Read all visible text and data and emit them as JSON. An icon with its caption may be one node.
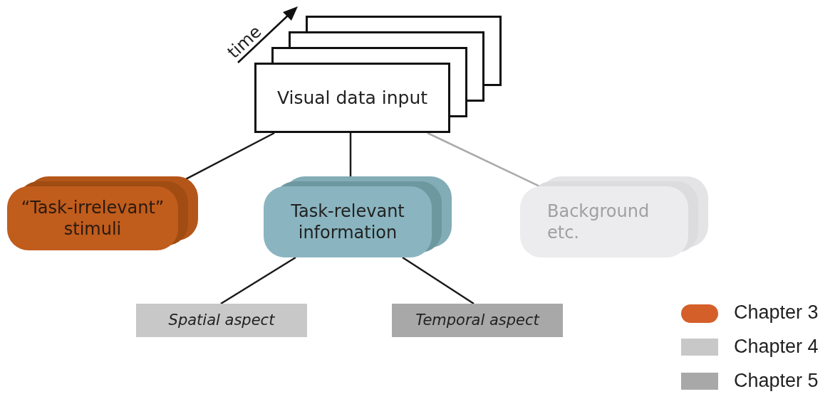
{
  "diagram": {
    "nodes": [
      {
        "text": [
          "Visual data input"
        ]
      },
      {
        "text": [
          "“Task-irrelevant” stimuli"
        ]
      },
      {
        "text": [
          "Task-relevant information"
        ]
      },
      {
        "text": [
          "Background etc."
        ]
      },
      {
        "text": [
          "Spatial aspect"
        ]
      },
      {
        "text": [
          "Temporal aspect"
        ]
      }
    ],
    "edges": [
      {
        "from": 0,
        "to": 1,
        "arrow": "none"
      },
      {
        "from": 0,
        "to": 2,
        "arrow": "none"
      },
      {
        "from": 0,
        "to": 3,
        "arrow": "none",
        "color": "#aaaaaa"
      },
      {
        "from": 2,
        "to": 4,
        "arrow": "none"
      },
      {
        "from": 2,
        "to": 5,
        "arrow": "none"
      }
    ],
    "labels": [
      "time"
    ],
    "legend": [
      {
        "text": "Chapter 3",
        "color": "#d55f28"
      },
      {
        "text": "Chapter 4",
        "color": "#c8c8c8"
      },
      {
        "text": "Chapter 5",
        "color": "#a8a8a8"
      }
    ]
  }
}
